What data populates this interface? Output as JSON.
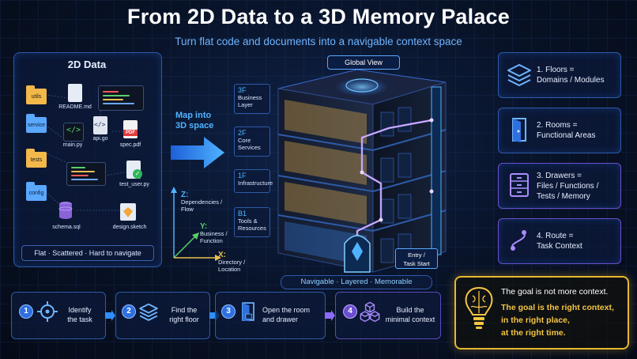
{
  "title": "From 2D Data to a 3D Memory Palace",
  "subtitle": "Turn flat code and documents into a navigable context space",
  "left_panel": {
    "title": "2D Data",
    "folders": [
      "utils",
      "service",
      "tests",
      "config"
    ],
    "files": [
      "README.md",
      "main.py",
      "api.go",
      "spec.pdf",
      "test_user.py",
      "schema.sql",
      "design.sketch"
    ],
    "pdf_badge": "PDF",
    "caption": "Flat · Scattered · Hard to navigate"
  },
  "map_label": "Map into 3D space",
  "map_label_line1": "Map into",
  "map_label_line2": "3D space",
  "floors": [
    {
      "code": "3F",
      "name": "Business Layer",
      "l1": "Business",
      "l2": "Layer"
    },
    {
      "code": "2F",
      "name": "Core Services",
      "l1": "Core",
      "l2": "Services"
    },
    {
      "code": "1F",
      "name": "Infrastructure",
      "l1": "Infrastructure",
      "l2": ""
    },
    {
      "code": "B1",
      "name": "Tools & Resources",
      "l1": "Tools &",
      "l2": "Resources"
    }
  ],
  "axes": {
    "z": {
      "key": "Z:",
      "l1": "Dependencies /",
      "l2": "Flow"
    },
    "y": {
      "key": "Y:",
      "l1": "Business /",
      "l2": "Function"
    },
    "x": {
      "key": "X:",
      "l1": "Directory /",
      "l2": "Location"
    }
  },
  "building": {
    "global_view": "Global View",
    "entry_l1": "Entry /",
    "entry_l2": "Task Start",
    "tagline": "Navigable · Layered · Memorable"
  },
  "concepts": [
    {
      "l1": "1. Floors =",
      "l2": "Domains / Modules",
      "l3": "",
      "icon": "layers-icon",
      "color": "#3a8dff"
    },
    {
      "l1": "2. Rooms =",
      "l2": "Functional Areas",
      "l3": "",
      "icon": "door-icon",
      "color": "#3a8dff"
    },
    {
      "l1": "3. Drawers =",
      "l2": "Files / Functions /",
      "l3": "Tests / Memory",
      "icon": "drawer-icon",
      "color": "#8a6bff"
    },
    {
      "l1": "4. Route =",
      "l2": "Task Context",
      "l3": "",
      "icon": "route-icon",
      "color": "#8a6bff"
    }
  ],
  "steps": [
    {
      "num": "1",
      "l1": "Identify",
      "l2": "the task",
      "icon": "target-icon"
    },
    {
      "num": "2",
      "l1": "Find the",
      "l2": "right floor",
      "icon": "layers-icon"
    },
    {
      "num": "3",
      "l1": "Open the room",
      "l2": "and drawer",
      "icon": "door-icon"
    },
    {
      "num": "4",
      "l1": "Build the",
      "l2": "minimal context",
      "icon": "cubes-icon"
    }
  ],
  "goal": {
    "line1": "The goal is not more context.",
    "line2": "The goal is the right context,",
    "line3": "in the right place,",
    "line4": "at the right time.",
    "icon": "brain-bulb-icon",
    "accent": "#f5c542"
  }
}
